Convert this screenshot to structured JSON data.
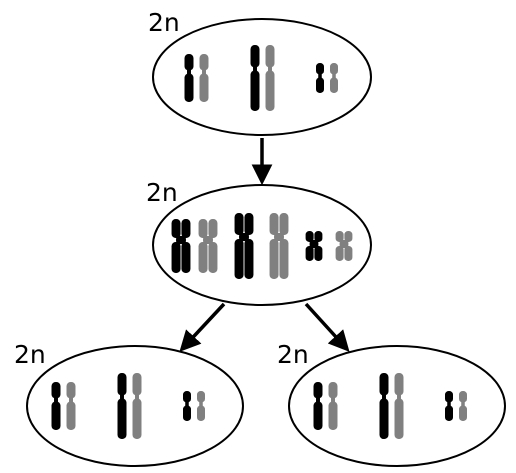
{
  "labels": {
    "parent": "2n",
    "replicated": "2n",
    "daughter_left": "2n",
    "daughter_right": "2n"
  },
  "colors": {
    "maternal": "#000000",
    "paternal": "#808080",
    "outline": "#000000",
    "background": "#ffffff"
  },
  "cells": [
    {
      "name": "parent-cell",
      "stage": "unreplicated",
      "chromosome_pairs": 3
    },
    {
      "name": "replicated-cell",
      "stage": "replicated",
      "chromosome_pairs": 3
    },
    {
      "name": "daughter-cell-left",
      "stage": "unreplicated",
      "chromosome_pairs": 3
    },
    {
      "name": "daughter-cell-right",
      "stage": "unreplicated",
      "chromosome_pairs": 3
    }
  ]
}
